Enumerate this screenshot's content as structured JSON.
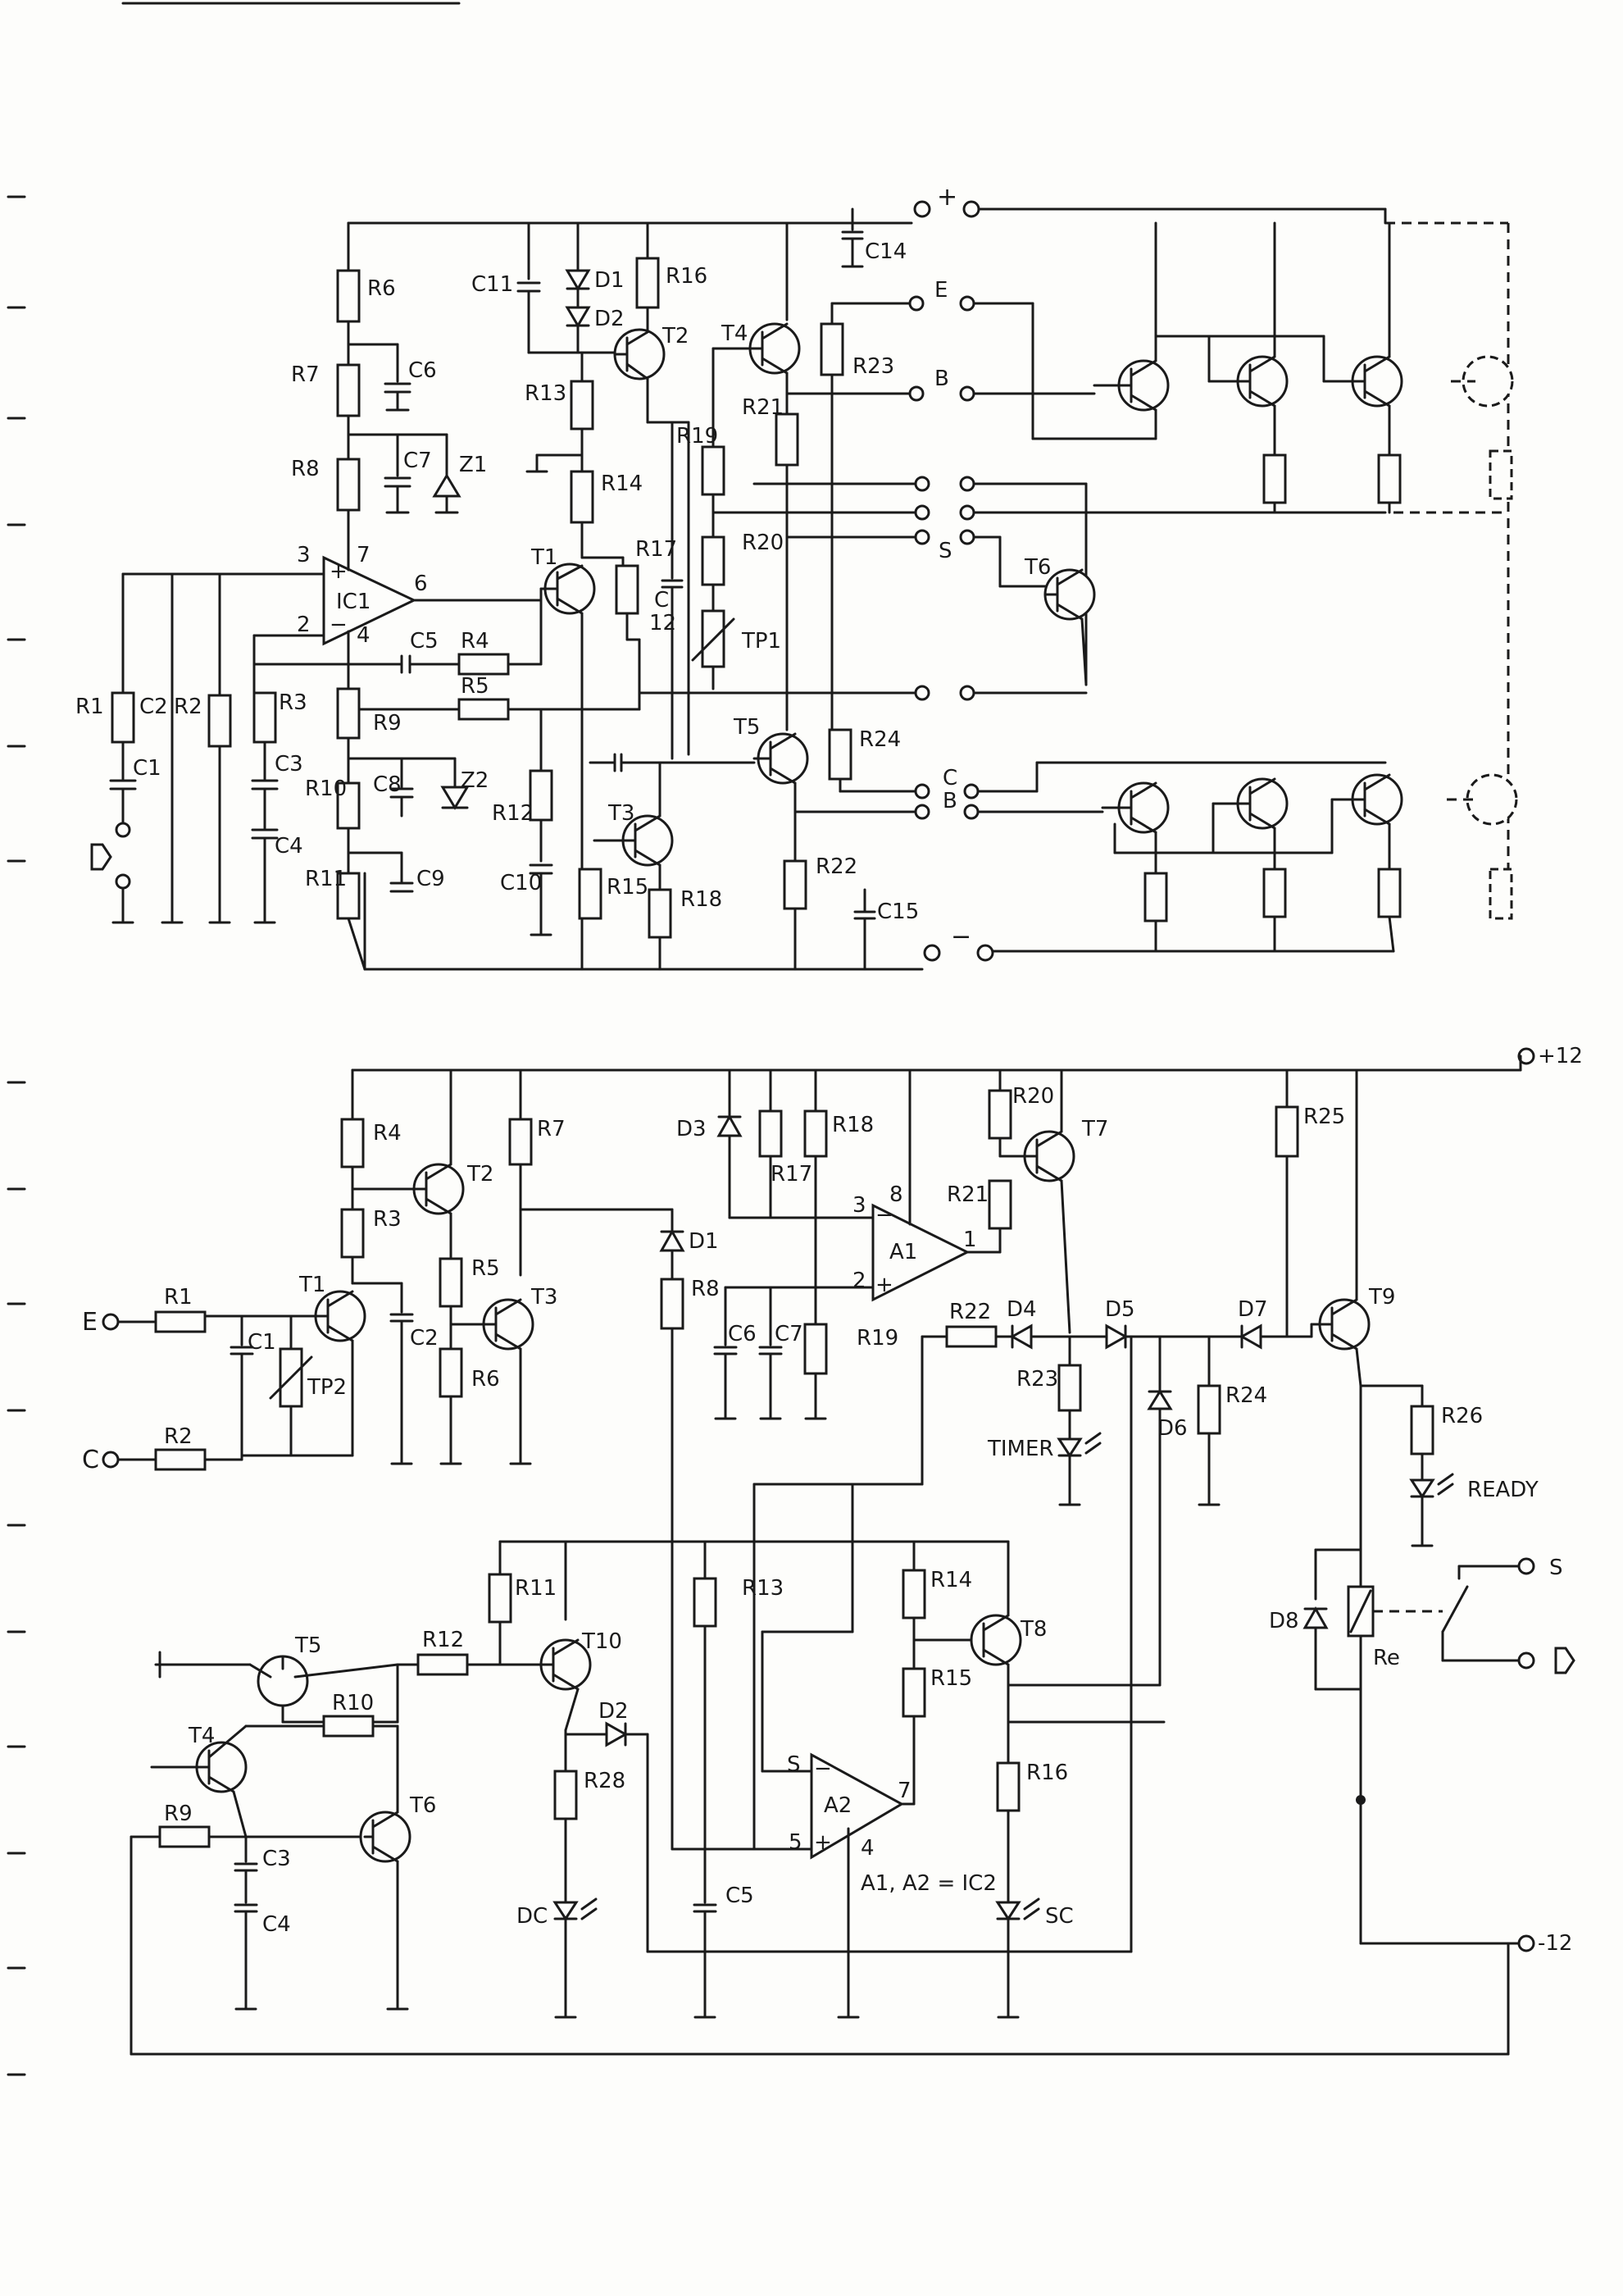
{
  "upper": {
    "resistors": [
      "R1",
      "R2",
      "R3",
      "R4",
      "R5",
      "R6",
      "R7",
      "R8",
      "R9",
      "R10",
      "R11",
      "R12",
      "R13",
      "R14",
      "R15",
      "R16",
      "R17",
      "R18",
      "R19",
      "R20",
      "R21",
      "R22",
      "R23",
      "R24"
    ],
    "capacitors": [
      "C1",
      "C2",
      "C3",
      "C4",
      "C5",
      "C6",
      "C7",
      "C8",
      "C9",
      "C10",
      "C11",
      "C12",
      "C14",
      "C15"
    ],
    "transistors": [
      "T1",
      "T2",
      "T3",
      "T4",
      "T5",
      "T6"
    ],
    "diodes": [
      "D1",
      "D2"
    ],
    "zeners": [
      "Z1",
      "Z2"
    ],
    "ic": "IC1",
    "trimmer": "TP1",
    "terminals": {
      "plus": "+",
      "minus": "−",
      "e": "E",
      "b": "B",
      "s": "S",
      "c": "C",
      "b2": "B"
    },
    "pins": {
      "p3": "3",
      "p2": "2",
      "p7": "7",
      "p6": "6",
      "p4": "4"
    },
    "c12_top": "C",
    "c12_bot": "12"
  },
  "lower": {
    "resistors": [
      "R1",
      "R2",
      "R3",
      "R4",
      "R5",
      "R6",
      "R7",
      "R8",
      "R9",
      "R10",
      "R11",
      "R12",
      "R13",
      "R14",
      "R15",
      "R16",
      "R17",
      "R18",
      "R19",
      "R20",
      "R21",
      "R22",
      "R23",
      "R24",
      "R25",
      "R26",
      "R28"
    ],
    "capacitors": [
      "C1",
      "C2",
      "C3",
      "C4",
      "C5",
      "C6",
      "C7"
    ],
    "transistors": [
      "T1",
      "T2",
      "T3",
      "T4",
      "T5",
      "T6",
      "T7",
      "T8",
      "T9",
      "T10"
    ],
    "diodes": [
      "D1",
      "D2",
      "D3",
      "D4",
      "D5",
      "D6",
      "D7",
      "D8"
    ],
    "amps": [
      "A1",
      "A2"
    ],
    "trimmer": "TP2",
    "relay": "Re",
    "leds": {
      "timer": "TIMER",
      "ready": "READY",
      "dc": "DC",
      "sc": "SC"
    },
    "terminals": {
      "e": "E",
      "c": "C",
      "s": "S",
      "plus12": "+12",
      "minus12": "-12"
    },
    "amp_pins": {
      "a1_3": "3",
      "a1_2": "2",
      "a1_8": "8",
      "a1_1": "1",
      "a2_s": "S",
      "a2_5": "5",
      "a2_7": "7",
      "a2_4": "4"
    },
    "note": "A1, A2 = IC2"
  }
}
